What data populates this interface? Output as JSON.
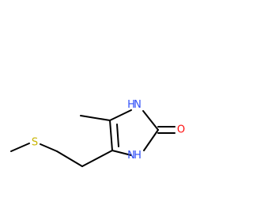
{
  "molecule": {
    "atoms": {
      "n_top": {
        "element": "N",
        "hydrogen": "H"
      },
      "n_bottom": {
        "element": "N",
        "hydrogen": "H"
      },
      "o": {
        "element": "O"
      },
      "s": {
        "element": "S"
      }
    }
  },
  "colors": {
    "bond": "#000000",
    "nitrogen": "#3050f8",
    "oxygen": "#ff0d0d",
    "sulfur": "#c8b400"
  }
}
